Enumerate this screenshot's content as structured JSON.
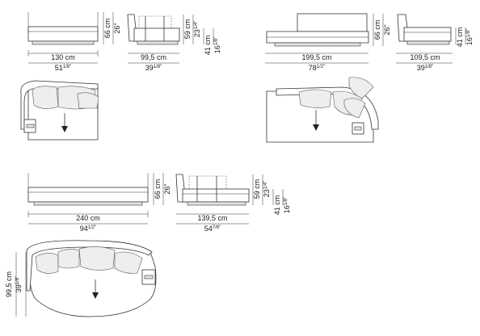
{
  "group1": {
    "front": {
      "width_cm": "130 cm",
      "width_in_whole": "51",
      "width_in_frac": "1/8\"",
      "height_cm": "66 cm",
      "height_in": "26\""
    },
    "side": {
      "depth_cm": "99,5 cm",
      "depth_in_whole": "39",
      "depth_in_frac": "1/8\"",
      "back_cm": "59 cm",
      "back_in_whole": "23",
      "back_in_frac": "1/4\"",
      "seat_cm": "41 cm",
      "seat_in_whole": "16",
      "seat_in_frac": "1/8\""
    }
  },
  "group2": {
    "front": {
      "width_cm": "199,5 cm",
      "width_in_whole": "78",
      "width_in_frac": "1/2\"",
      "height_cm": "66 cm",
      "height_in": "26\""
    },
    "side": {
      "depth_cm": "109,5 cm",
      "depth_in_whole": "39",
      "depth_in_frac": "1/8\"",
      "seat_cm": "41 cm",
      "seat_in_whole": "16",
      "seat_in_frac": "1/8\""
    }
  },
  "group3": {
    "front": {
      "width_cm": "240 cm",
      "width_in_whole": "94",
      "width_in_frac": "1/2\"",
      "height_cm": "66 cm",
      "height_in": "26\""
    },
    "side": {
      "depth_cm": "139,5 cm",
      "depth_in_whole": "54",
      "depth_in_frac": "7/8\"",
      "back_cm": "59 cm",
      "back_in_whole": "23",
      "back_in_frac": "1/4\"",
      "seat_cm": "41 cm",
      "seat_in_whole": "16",
      "seat_in_frac": "1/8\""
    },
    "plan": {
      "depth_cm": "99,5 cm",
      "depth_in_whole": "39",
      "depth_in_frac": "1/8\""
    }
  }
}
